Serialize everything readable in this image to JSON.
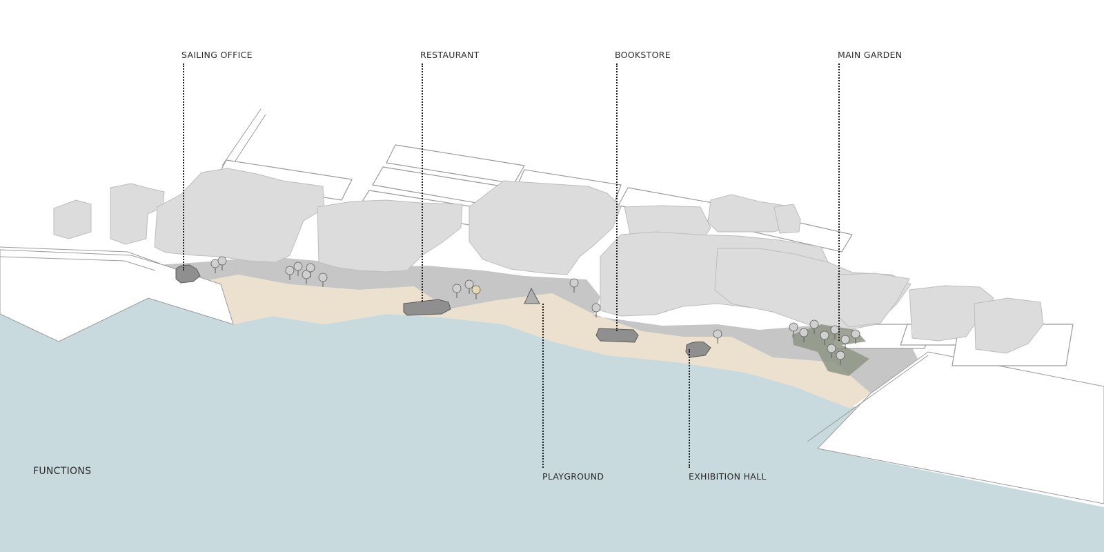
{
  "diagram": {
    "title": "FUNCTIONS",
    "functions": [
      {
        "id": "sailing-office",
        "label": "SAILING OFFICE"
      },
      {
        "id": "restaurant",
        "label": "RESTAURANT"
      },
      {
        "id": "bookstore",
        "label": "BOOKSTORE"
      },
      {
        "id": "main-garden",
        "label": "MAIN GARDEN"
      },
      {
        "id": "playground",
        "label": "PLAYGROUND"
      },
      {
        "id": "exhibition-hall",
        "label": "EXHIBITION HALL"
      }
    ]
  },
  "colors": {
    "water": "#c9dade",
    "sand": "#ece1cf",
    "plaza": "#c6c6c6",
    "building": "#dcdcdc",
    "building_edge": "#bdbdbd",
    "pavilion": "#8f8f8f",
    "garden": "#8d9585",
    "road_line": "#9a9a9a",
    "tree": "#5a5a5a"
  }
}
